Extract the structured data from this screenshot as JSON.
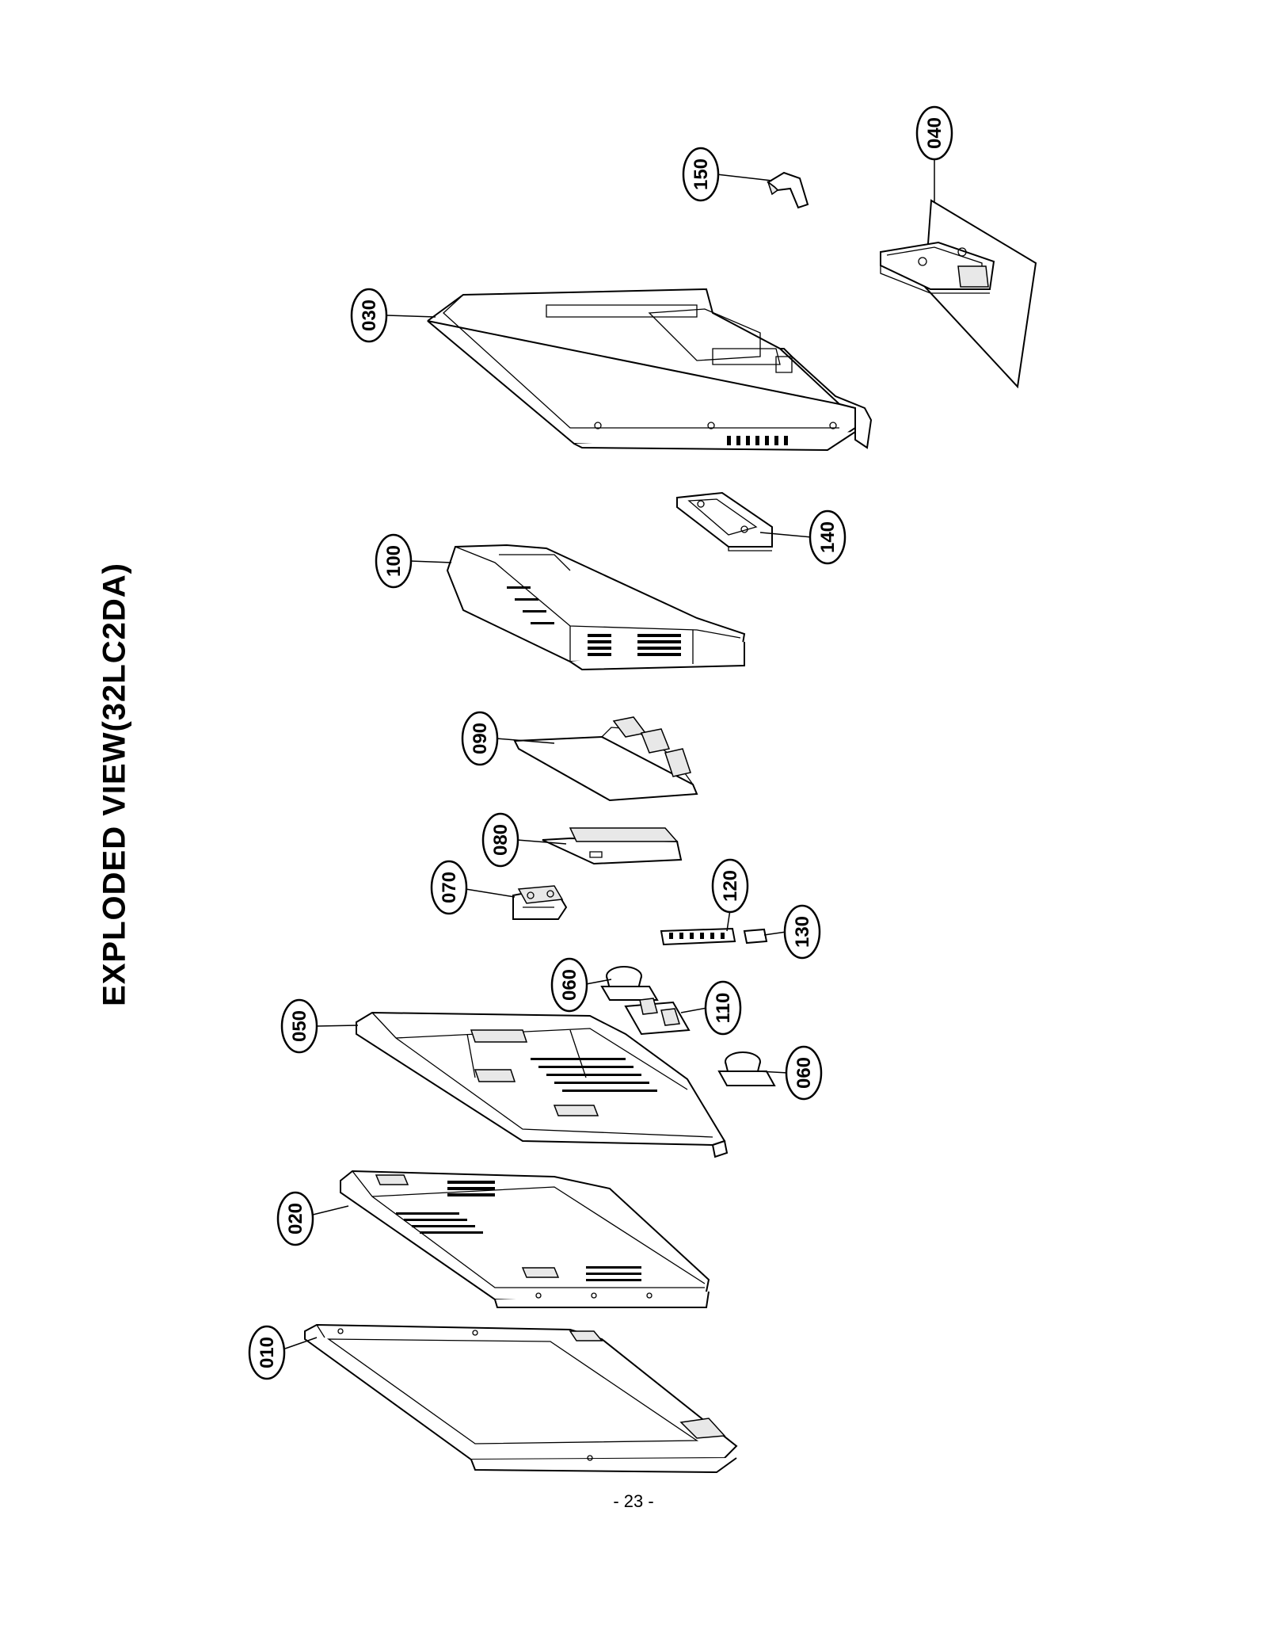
{
  "title": "EXPLODED VIEW(32LC2DA)",
  "page_number": "- 23 -",
  "callouts": {
    "c010": "010",
    "c020": "020",
    "c030": "030",
    "c040": "040",
    "c050": "050",
    "c060a": "060",
    "c060b": "060",
    "c070": "070",
    "c080": "080",
    "c090": "090",
    "c100": "100",
    "c110": "110",
    "c120": "120",
    "c130": "130",
    "c140": "140",
    "c150": "150"
  }
}
